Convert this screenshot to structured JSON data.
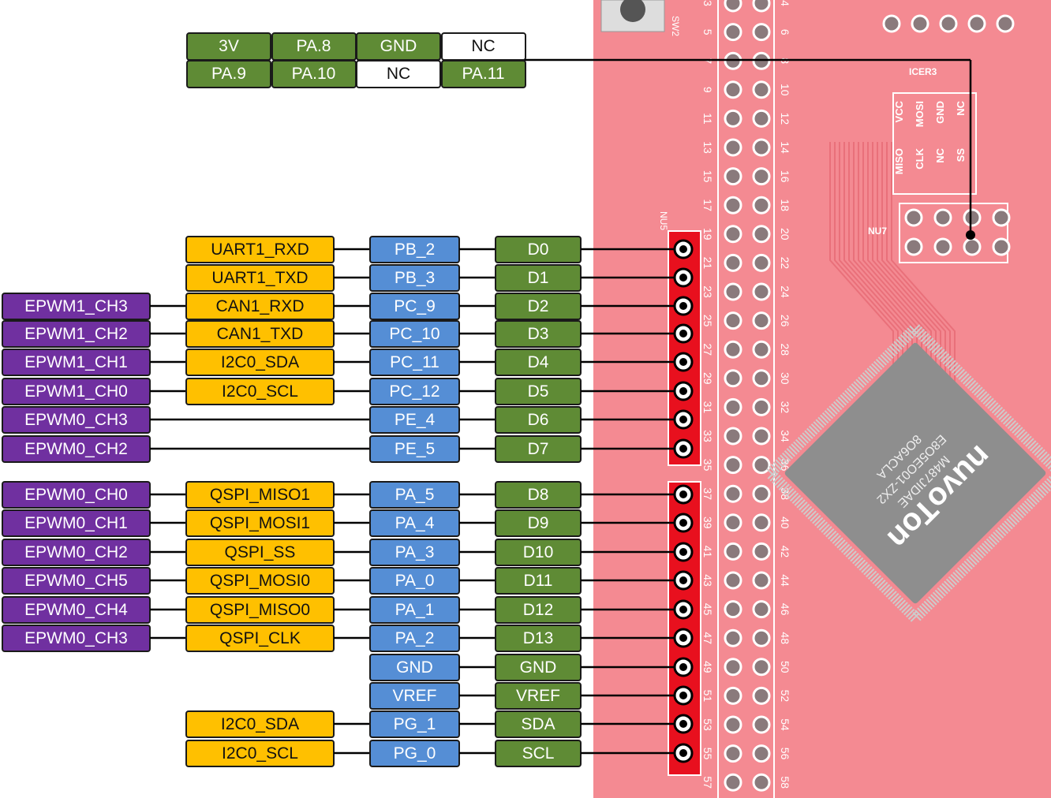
{
  "colors": {
    "purple": "#7030a0",
    "yellow": "#ffc000",
    "blue": "#558ed5",
    "green": "#5f8b35",
    "board": "#f48a92",
    "header": "#e8101e"
  },
  "spi_header": {
    "row1": [
      {
        "label": "3V",
        "style": "g"
      },
      {
        "label": "PA.8",
        "style": "g"
      },
      {
        "label": "GND",
        "style": "g"
      },
      {
        "label": "NC",
        "style": "white"
      }
    ],
    "row2": [
      {
        "label": "PA.9",
        "style": "g"
      },
      {
        "label": "PA.10",
        "style": "g"
      },
      {
        "label": "NC",
        "style": "white"
      },
      {
        "label": "PA.11",
        "style": "g"
      }
    ]
  },
  "header_d0_d7": [
    {
      "alt2": "",
      "alt1": "UART1_RXD",
      "port": "PB_2",
      "pin": "D0"
    },
    {
      "alt2": "",
      "alt1": "UART1_TXD",
      "port": "PB_3",
      "pin": "D1"
    },
    {
      "alt2": "EPWM1_CH3",
      "alt1": "CAN1_RXD",
      "port": "PC_9",
      "pin": "D2"
    },
    {
      "alt2": "EPWM1_CH2",
      "alt1": "CAN1_TXD",
      "port": "PC_10",
      "pin": "D3"
    },
    {
      "alt2": "EPWM1_CH1",
      "alt1": "I2C0_SDA",
      "port": "PC_11",
      "pin": "D4"
    },
    {
      "alt2": "EPWM1_CH0",
      "alt1": "I2C0_SCL",
      "port": "PC_12",
      "pin": "D5"
    },
    {
      "alt2": "EPWM0_CH3",
      "alt1": "",
      "port": "PE_4",
      "pin": "D6"
    },
    {
      "alt2": "EPWM0_CH2",
      "alt1": "",
      "port": "PE_5",
      "pin": "D7"
    }
  ],
  "header_d8_scl": [
    {
      "alt2": "EPWM0_CH0",
      "alt1": "QSPI_MISO1",
      "port": "PA_5",
      "pin": "D8"
    },
    {
      "alt2": "EPWM0_CH1",
      "alt1": "QSPI_MOSI1",
      "port": "PA_4",
      "pin": "D9"
    },
    {
      "alt2": "EPWM0_CH2",
      "alt1": "QSPI_SS",
      "port": "PA_3",
      "pin": "D10"
    },
    {
      "alt2": "EPWM0_CH5",
      "alt1": "QSPI_MOSI0",
      "port": "PA_0",
      "pin": "D11"
    },
    {
      "alt2": "EPWM0_CH4",
      "alt1": "QSPI_MISO0",
      "port": "PA_1",
      "pin": "D12"
    },
    {
      "alt2": "EPWM0_CH3",
      "alt1": "QSPI_CLK",
      "port": "PA_2",
      "pin": "D13"
    },
    {
      "alt2": "",
      "alt1": "",
      "port": "GND",
      "pin": "GND"
    },
    {
      "alt2": "",
      "alt1": "",
      "port": "VREF",
      "pin": "VREF"
    },
    {
      "alt2": "",
      "alt1": "I2C0_SDA",
      "port": "PG_1",
      "pin": "SDA"
    },
    {
      "alt2": "",
      "alt1": "I2C0_SCL",
      "port": "PG_0",
      "pin": "SCL"
    }
  ],
  "board": {
    "labels": {
      "nu7": "NU7",
      "icer3": "ICER3",
      "nu5": "NU5",
      "sw2": "SW2",
      "chip_brand": "nuvoTon",
      "chip_part": "M487JIDAE",
      "chip_code": "E8O5EO01-ZX2",
      "chip_lot": "8O6ACLA"
    },
    "spi_pin_labels": [
      "VCC",
      "MOSI",
      "GND",
      "NC",
      "MISO",
      "CLK",
      "NC",
      "SS"
    ],
    "pin_count": 58
  }
}
